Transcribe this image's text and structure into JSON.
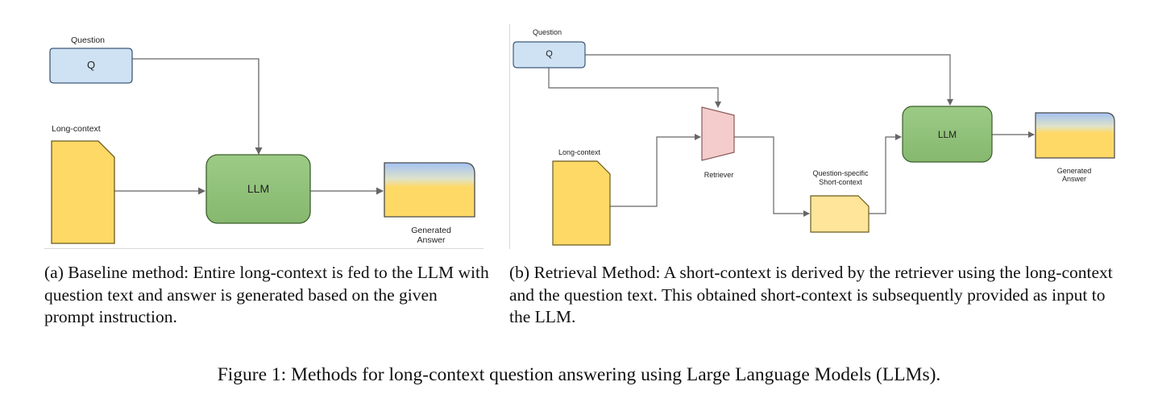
{
  "panel_a": {
    "labels": {
      "question": "Question",
      "q_box": "Q",
      "long_context": "Long-context",
      "llm": "LLM",
      "generated_answer": [
        "Generated",
        "Answer"
      ]
    },
    "caption": "(a) Baseline method: Entire long-context is fed to the LLM with question text and answer is generated based on the given prompt instruction."
  },
  "panel_b": {
    "labels": {
      "question": "Question",
      "q_box": "Q",
      "long_context": "Long-context",
      "retriever": "Retriever",
      "short_context": [
        "Question-specific",
        "Short-context"
      ],
      "llm": "LLM",
      "generated_answer": [
        "Generated",
        "Answer"
      ]
    },
    "caption": "(b) Retrieval Method: A short-context is derived by the retriever using the long-context and the question text. This obtained short-context is subsequently provided as input to the LLM."
  },
  "figure_caption": "Figure 1: Methods for long-context question answering using Large Language Models (LLMs).",
  "colors": {
    "question_fill": "#cfe2f3",
    "question_stroke": "#3f5a7a",
    "document_fill": "#ffd966",
    "document_stroke": "#6b5a1e",
    "short_context_fill": "#ffe599",
    "llm_fill": "#93c47d",
    "llm_stroke": "#3b5e2b",
    "retriever_fill": "#f4cccc",
    "retriever_stroke": "#8a5a5a",
    "answer_top": "#a4c2f4",
    "answer_bottom": "#ffd966",
    "arrow": "#666666"
  }
}
